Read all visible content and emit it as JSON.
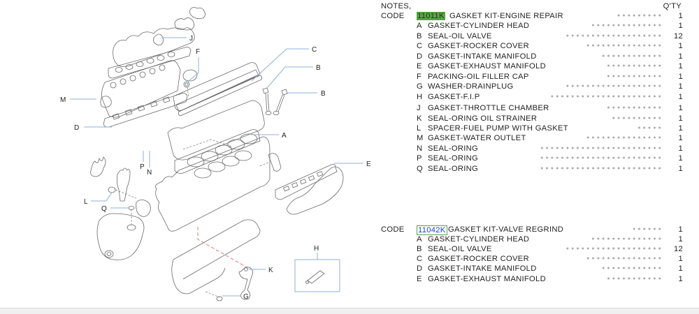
{
  "diagram": {
    "callouts": [
      "J",
      "F",
      "C",
      "B",
      "B",
      "M",
      "A",
      "D",
      "P",
      "N",
      "E",
      "L",
      "Q",
      "H",
      "K",
      "G"
    ]
  },
  "legend": {
    "notes_label": "NOTES,",
    "qty_header": "Q'TY",
    "kits": [
      {
        "code_label": "CODE",
        "code": "11011K",
        "highlight": "green",
        "title": "GASKET  KIT-ENGINE  REPAIR",
        "qty": "1",
        "items": [
          {
            "letter": "A",
            "desc": "GASKET-CYLINDER  HEAD",
            "qty": "1"
          },
          {
            "letter": "B",
            "desc": "SEAL-OIL  VALVE",
            "qty": "12"
          },
          {
            "letter": "C",
            "desc": "GASKET-ROCKER  COVER",
            "qty": "1"
          },
          {
            "letter": "D",
            "desc": "GASKET-INTAKE  MANIFOLD",
            "qty": "1"
          },
          {
            "letter": "E",
            "desc": "GASKET-EXHAUST  MANIFOLD",
            "qty": "1"
          },
          {
            "letter": "F",
            "desc": "PACKING-OIL  FILLER  CAP",
            "qty": "1"
          },
          {
            "letter": "G",
            "desc": "WASHER-DRAINPLUG",
            "qty": "1"
          },
          {
            "letter": "H",
            "desc": "GASKET-F.I.P",
            "qty": "1"
          },
          {
            "letter": "J",
            "desc": "GASKET-THROTTLE  CHAMBER",
            "qty": "1"
          },
          {
            "letter": "K",
            "desc": "SEAL-ORING  OIL  STRAINER",
            "qty": "1"
          },
          {
            "letter": "L",
            "desc": "SPACER-FUEL  PUMP  WITH  GASKET",
            "qty": "1"
          },
          {
            "letter": "M",
            "desc": "GASKET-WATER  OUTLET",
            "qty": "1"
          },
          {
            "letter": "N",
            "desc": "SEAL-ORING",
            "qty": "1"
          },
          {
            "letter": "P",
            "desc": "SEAL-ORING",
            "qty": "1"
          },
          {
            "letter": "Q",
            "desc": "SEAL-ORING",
            "qty": "1"
          }
        ]
      },
      {
        "code_label": "CODE",
        "code": "11042K",
        "highlight": "blue",
        "title": "GASKET  KIT-VALVE  REGRIND",
        "qty": "1",
        "items": [
          {
            "letter": "A",
            "desc": "GASKET-CYLINDER  HEAD",
            "qty": "1"
          },
          {
            "letter": "B",
            "desc": "SEAL-OIL  VALVE",
            "qty": "12"
          },
          {
            "letter": "C",
            "desc": "GASKET-ROCKER  COVER",
            "qty": "1"
          },
          {
            "letter": "D",
            "desc": "GASKET-INTAKE  MANIFOLD",
            "qty": "1"
          },
          {
            "letter": "E",
            "desc": "GASKET-EXHAUST  MANIFOLD",
            "qty": "1"
          }
        ]
      }
    ]
  },
  "colors": {
    "highlight_green": "#5aa14a",
    "highlight_blue_text": "#2a3cd0",
    "leader_line": "#8fb0d8",
    "red_dash": "#e57a7a"
  }
}
